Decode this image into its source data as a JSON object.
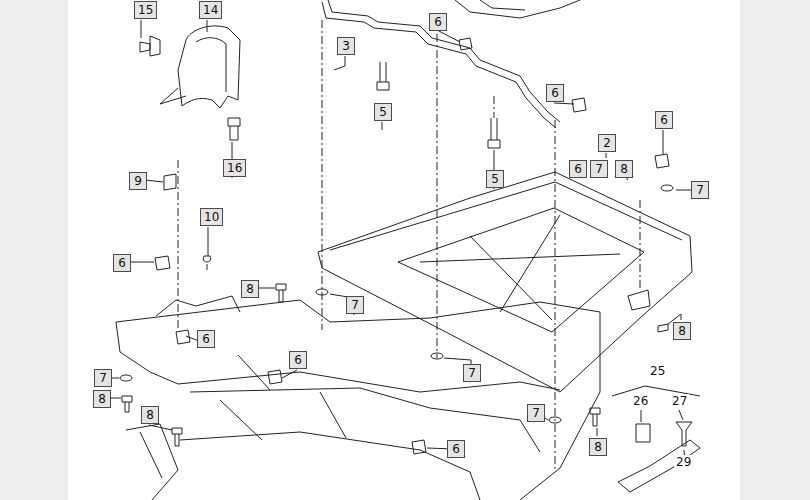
{
  "diagram": {
    "labels": [
      "15",
      "14",
      "6",
      "3",
      "6",
      "5",
      "6",
      "2",
      "6",
      "7",
      "8",
      "16",
      "9",
      "5",
      "7",
      "10",
      "6",
      "8",
      "7",
      "8",
      "6",
      "6",
      "25",
      "7",
      "7",
      "8",
      "26",
      "27",
      "7",
      "8",
      "6",
      "8",
      "29"
    ]
  }
}
